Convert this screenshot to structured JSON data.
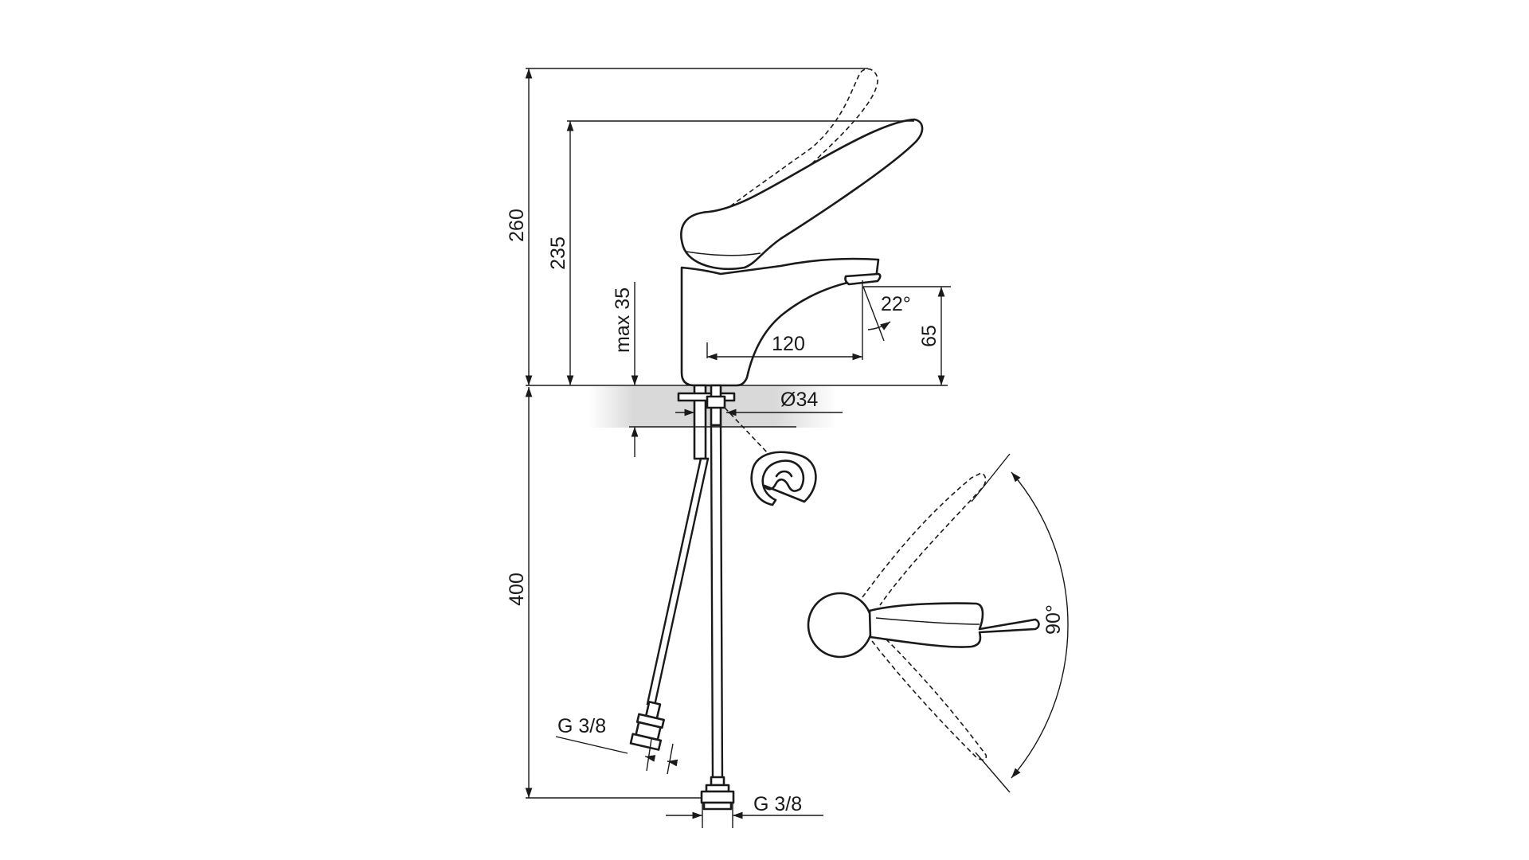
{
  "dimensions": {
    "total_height": "260",
    "lever_height": "235",
    "max_deck_thickness": "max 35",
    "spout_height": "65",
    "spout_reach": "120",
    "spout_angle": "22°",
    "mounting_hole": "Ø34",
    "hose_length": "400",
    "connector_left": "G 3/8",
    "connector_right": "G 3/8",
    "lever_rotation": "90°"
  },
  "colors": {
    "line": "#1a1a1a",
    "deck_shade": "#d9d9d9"
  }
}
